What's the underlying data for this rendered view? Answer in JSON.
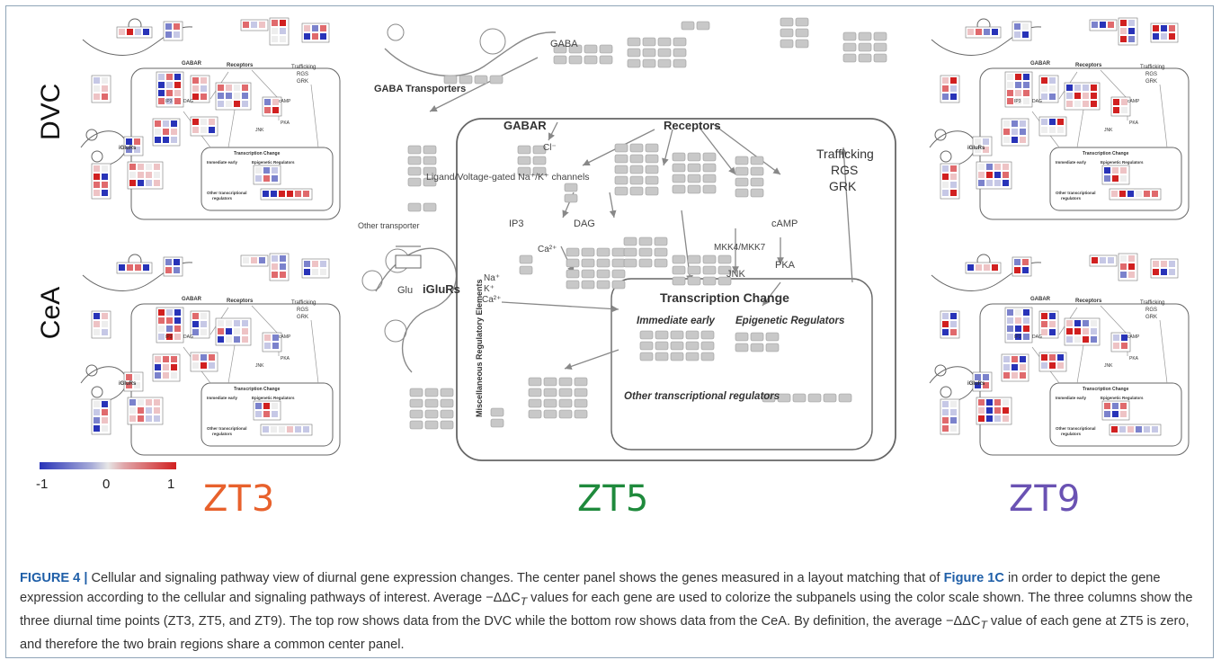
{
  "rows": [
    "DVC",
    "CeA"
  ],
  "columns": [
    {
      "label": "ZT3",
      "color": "#e8612c"
    },
    {
      "label": "ZT5",
      "color": "#1f8a3c"
    },
    {
      "label": "ZT9",
      "color": "#6a52b3"
    }
  ],
  "scale": {
    "min": "-1",
    "mid": "0",
    "max": "1",
    "low_color": "#2833b8",
    "high_color": "#d12020"
  },
  "diagram": {
    "gaba_transporters": "GABA Transporters",
    "gaba": "GABA",
    "gabar": "GABAR",
    "receptors": "Receptors",
    "cl": "Cl⁻",
    "ligand_channels": "Ligand/Voltage-gated Na⁺/K⁺ channels",
    "other_transporter": "Other transporter",
    "ip3": "IP3",
    "dag": "DAG",
    "ca": "Ca²⁺",
    "camp": "cAMP",
    "pka": "PKA",
    "mkk": "MKK4/MKK7",
    "jnk": "JNK",
    "trafficking": "Trafficking",
    "rgs": "RGS",
    "grk": "GRK",
    "glu": "Glu",
    "iglurs": "iGluRs",
    "na": "Na⁺",
    "k": "K⁺",
    "ca2": "Ca²⁺",
    "transcription_change": "Transcription Change",
    "immediate_early": "Immediate early",
    "epigenetic": "Epigenetic Regulators",
    "other_regulators": "Other transcriptional regulators",
    "misc": "Miscellaneous Regulatory Elements"
  },
  "caption": {
    "label": "FIGURE 4 |",
    "part1": " Cellular and signaling pathway view of diurnal gene expression changes. The center panel shows the genes measured in a layout matching that of ",
    "ref": "Figure 1C",
    "part2": " in order to depict the gene expression according to the cellular and signaling pathways of interest. Average −ΔΔC",
    "sub1": "T",
    "part3": " values for each gene are used to colorize the subpanels using the color scale shown. The three columns show the three diurnal time points (ZT3, ZT5, and ZT9). The top row shows data from the DVC while the bottom row shows data from the CeA. By definition, the average −ΔΔC",
    "sub2": "T",
    "part4": " value of each gene at ZT5 is zero, and therefore the two brain regions share a common center panel."
  }
}
